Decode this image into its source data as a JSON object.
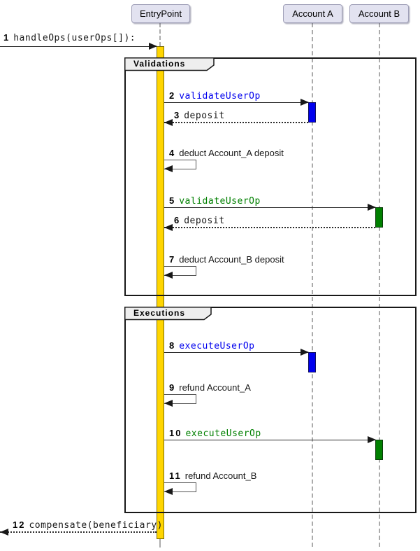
{
  "diagram": {
    "participants": [
      {
        "name": "EntryPoint"
      },
      {
        "name": "Account A"
      },
      {
        "name": "Account B"
      }
    ],
    "frames": [
      {
        "label": "Validations"
      },
      {
        "label": "Executions"
      }
    ],
    "messages": [
      {
        "num": "1",
        "label": "handleOps(userOps[]):",
        "style": "mono-black",
        "kind": "solid-call"
      },
      {
        "num": "2",
        "label": "validateUserOp",
        "style": "mono-blue",
        "kind": "solid-call"
      },
      {
        "num": "3",
        "label": "deposit",
        "style": "mono-black",
        "kind": "dotted-return"
      },
      {
        "num": "4",
        "label": "deduct Account_A deposit",
        "style": "sans-black",
        "kind": "self"
      },
      {
        "num": "5",
        "label": "validateUserOp",
        "style": "mono-green",
        "kind": "solid-call"
      },
      {
        "num": "6",
        "label": "deposit",
        "style": "mono-black",
        "kind": "dotted-return"
      },
      {
        "num": "7",
        "label": "deduct Account_B deposit",
        "style": "sans-black",
        "kind": "self"
      },
      {
        "num": "8",
        "label": "executeUserOp",
        "style": "mono-blue",
        "kind": "solid-call"
      },
      {
        "num": "9",
        "label": "refund Account_A",
        "style": "sans-black",
        "kind": "self"
      },
      {
        "num": "10",
        "label": "executeUserOp",
        "style": "mono-green",
        "kind": "solid-call"
      },
      {
        "num": "11",
        "label": "refund Account_B",
        "style": "sans-black",
        "kind": "self"
      },
      {
        "num": "12",
        "label": "compensate(beneficiary)",
        "style": "mono-black",
        "kind": "dotted-return"
      }
    ],
    "colors": {
      "participant_fill": "#E2E2F0",
      "frame_header_fill": "#EEEEEE",
      "activation_entrypoint": "#FFD500",
      "activation_account_a": "#0000EE",
      "activation_account_b": "#008000",
      "message_blue": "#0000EE",
      "message_green": "#008000",
      "line": "#181818"
    }
  }
}
